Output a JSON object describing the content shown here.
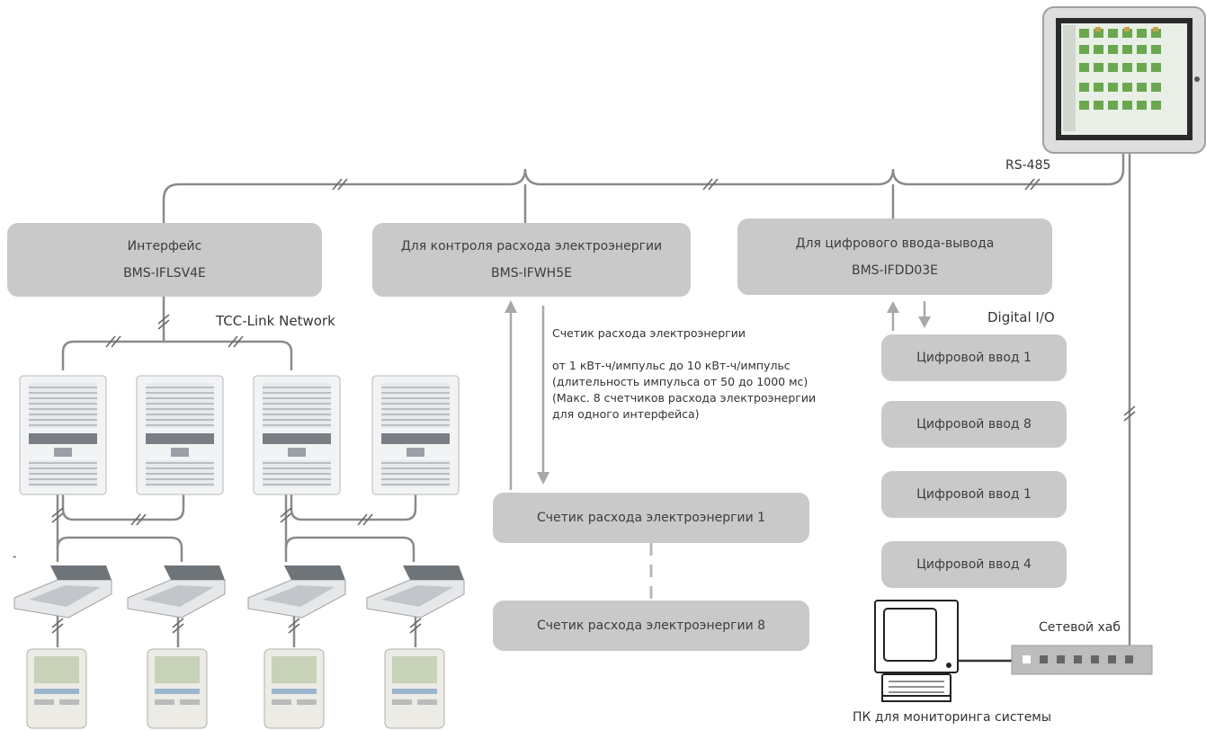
{
  "interface_box": {
    "line1": "Интерфейс",
    "line2": "BMS-IFLSV4E"
  },
  "energy_box": {
    "line1": "Для контроля расхода электроэнергии",
    "line2": "BMS-IFWH5E"
  },
  "digital_box": {
    "line1": "Для цифрового ввода-вывода",
    "line2": "BMS-IFDD03E"
  },
  "labels": {
    "rs485": "RS-485",
    "tcc_link": "TCC-Link Network",
    "digital_io": "Digital I/O",
    "network_hub": "Сетевой хаб",
    "pc": "ПК для мониторинга системы",
    "dash": "-"
  },
  "energy_note": {
    "title": "Счетик расхода электроэнергии",
    "line1": "от 1 кВт-ч/импульс до 10 кВт-ч/импульс",
    "line2": "(длительность импульса от 50 до 1000 мс)",
    "line3": "(Макс. 8 счетчиков расхода электроэнергии",
    "line4": "для одного интерфейса)"
  },
  "meters": [
    "Счетик расхода электроэнергии 1",
    "Счетик расхода электроэнергии 8"
  ],
  "digital_inputs": [
    "Цифровой ввод 1",
    "Цифровой ввод 8",
    "Цифровой ввод 1",
    "Цифровой ввод 4"
  ],
  "colors": {
    "box": "#c9c9c9",
    "line": "#8a8a8a",
    "arrow": "#a8a8a8"
  },
  "icons": {
    "touch_panel": "touchscreen-controller-icon",
    "outdoor_unit": "outdoor-ac-unit-icon",
    "cassette": "ceiling-cassette-icon",
    "remote": "wired-remote-controller-icon",
    "monitor": "crt-monitor-icon",
    "hub": "network-hub-icon"
  }
}
